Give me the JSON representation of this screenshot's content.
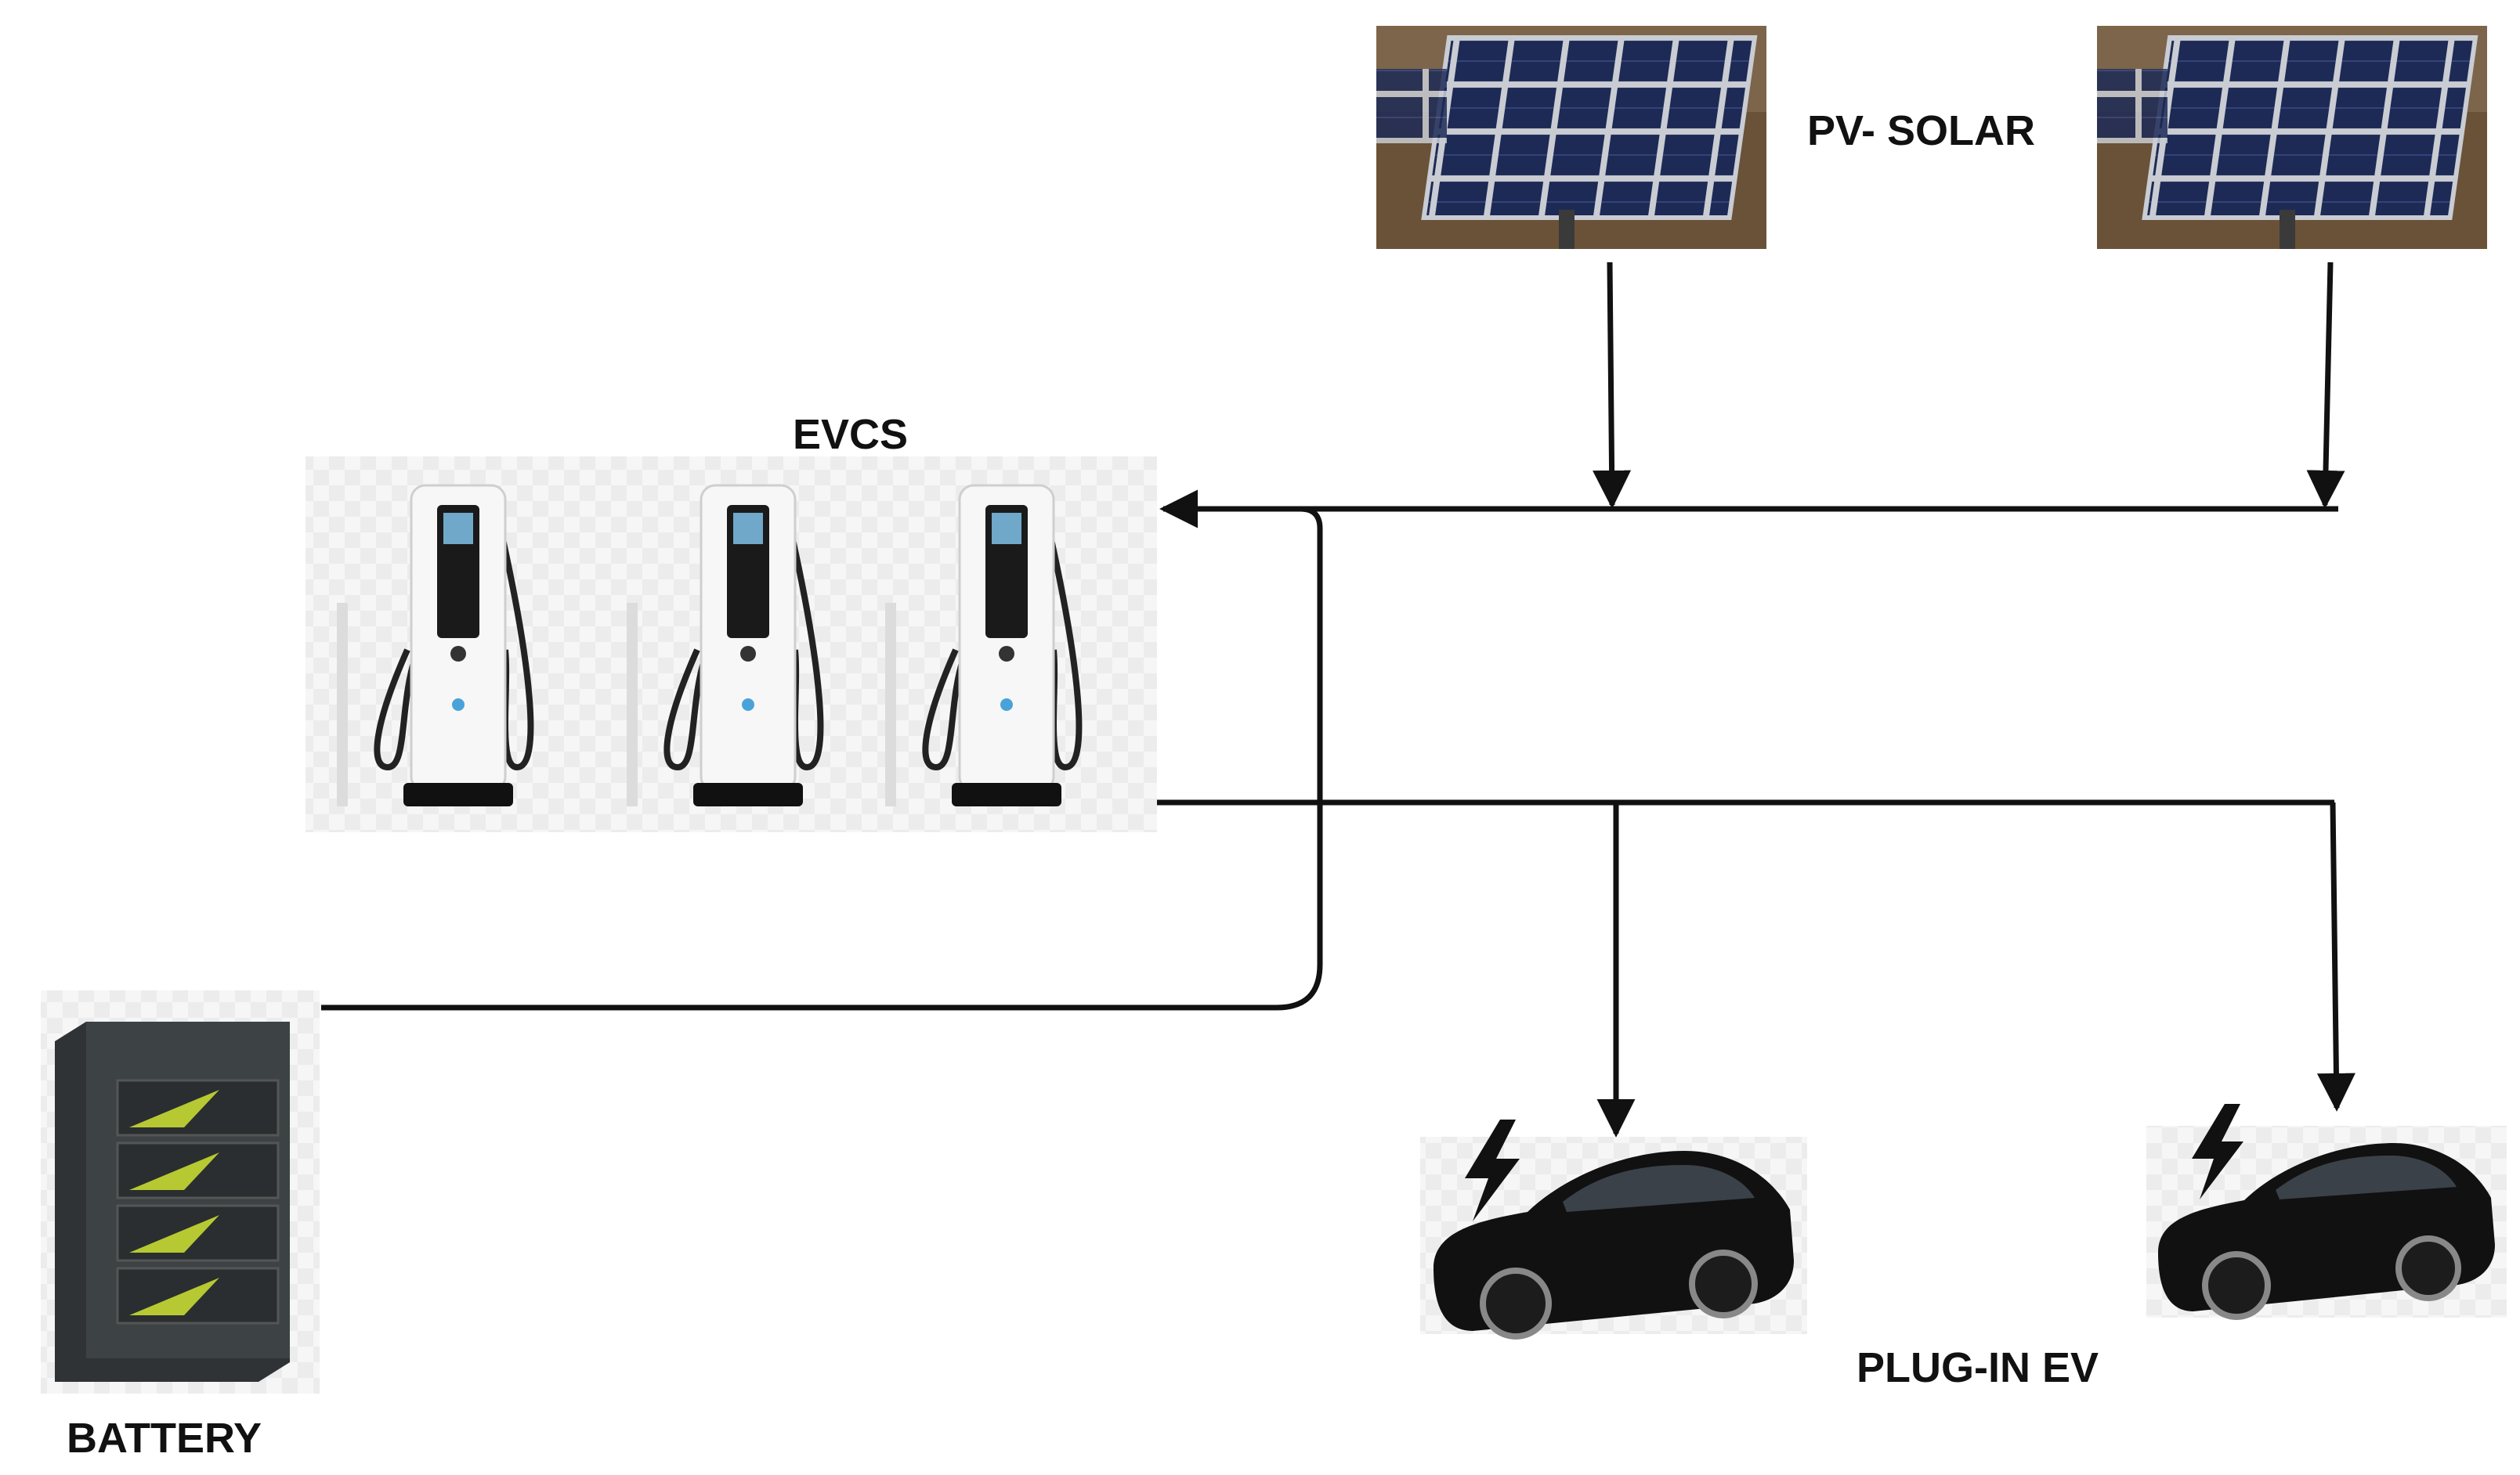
{
  "labels": {
    "pv_solar": "PV- SOLAR",
    "evcs": "EVCS",
    "battery": "BATTERY",
    "plug_in_ev": "PLUG-IN EV"
  },
  "icons": {
    "solar_panel_1": "solar-panel-icon",
    "solar_panel_2": "solar-panel-icon",
    "chargers": "ev-charger-icon",
    "battery": "battery-cabinet-icon",
    "car_1": "electric-car-icon",
    "car_2": "electric-car-icon"
  },
  "colors": {
    "line": "#111111",
    "panel_cell": "#1d2a55",
    "panel_frame": "#c9ccd2",
    "ground": "#6a5238",
    "battery_accent": "#b7c932",
    "bolt": "#111111"
  }
}
